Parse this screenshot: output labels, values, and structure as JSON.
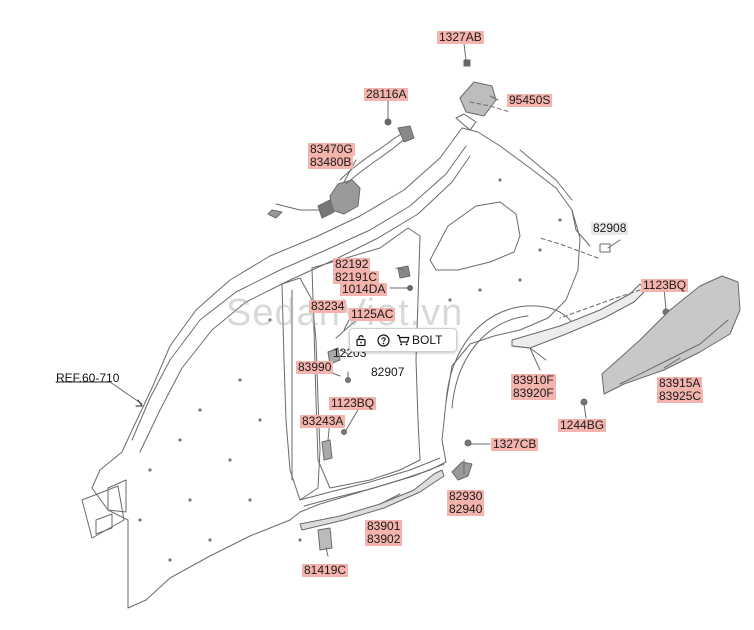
{
  "callouts": {
    "p1327AB": "1327AB",
    "p95450S": "95450S",
    "p28116A": "28116A",
    "p83470G": "83470G",
    "p83480B": "83480B",
    "p82908": "82908",
    "p82192": "82192",
    "p82191C": "82191C",
    "p1014DA": "1014DA",
    "p1123BQ_top": "1123BQ",
    "p83234": "83234",
    "p1125AC": "1125AC",
    "p12203": "12203",
    "p82907": "82907",
    "p83990": "83990",
    "p83910F": "83910F",
    "p83920F": "83920F",
    "p83915A": "83915A",
    "p83925C": "83925C",
    "p1123BQ_mid": "1123BQ",
    "p83243A": "83243A",
    "p1244BG": "1244BG",
    "p1327CB": "1327CB",
    "p82930": "82930",
    "p82940": "82940",
    "p83901": "83901",
    "p83902": "83902",
    "p81419C": "81419C"
  },
  "reference": "REF.60-710",
  "watermark": "SedanViet.vn",
  "popup": {
    "lock_icon": "unlock-icon",
    "help_icon": "help-circle-icon",
    "cart_icon": "cart-icon",
    "cart_label": "BOLT"
  },
  "colors": {
    "highlight": "#f4b3ad",
    "line": "#555555"
  }
}
